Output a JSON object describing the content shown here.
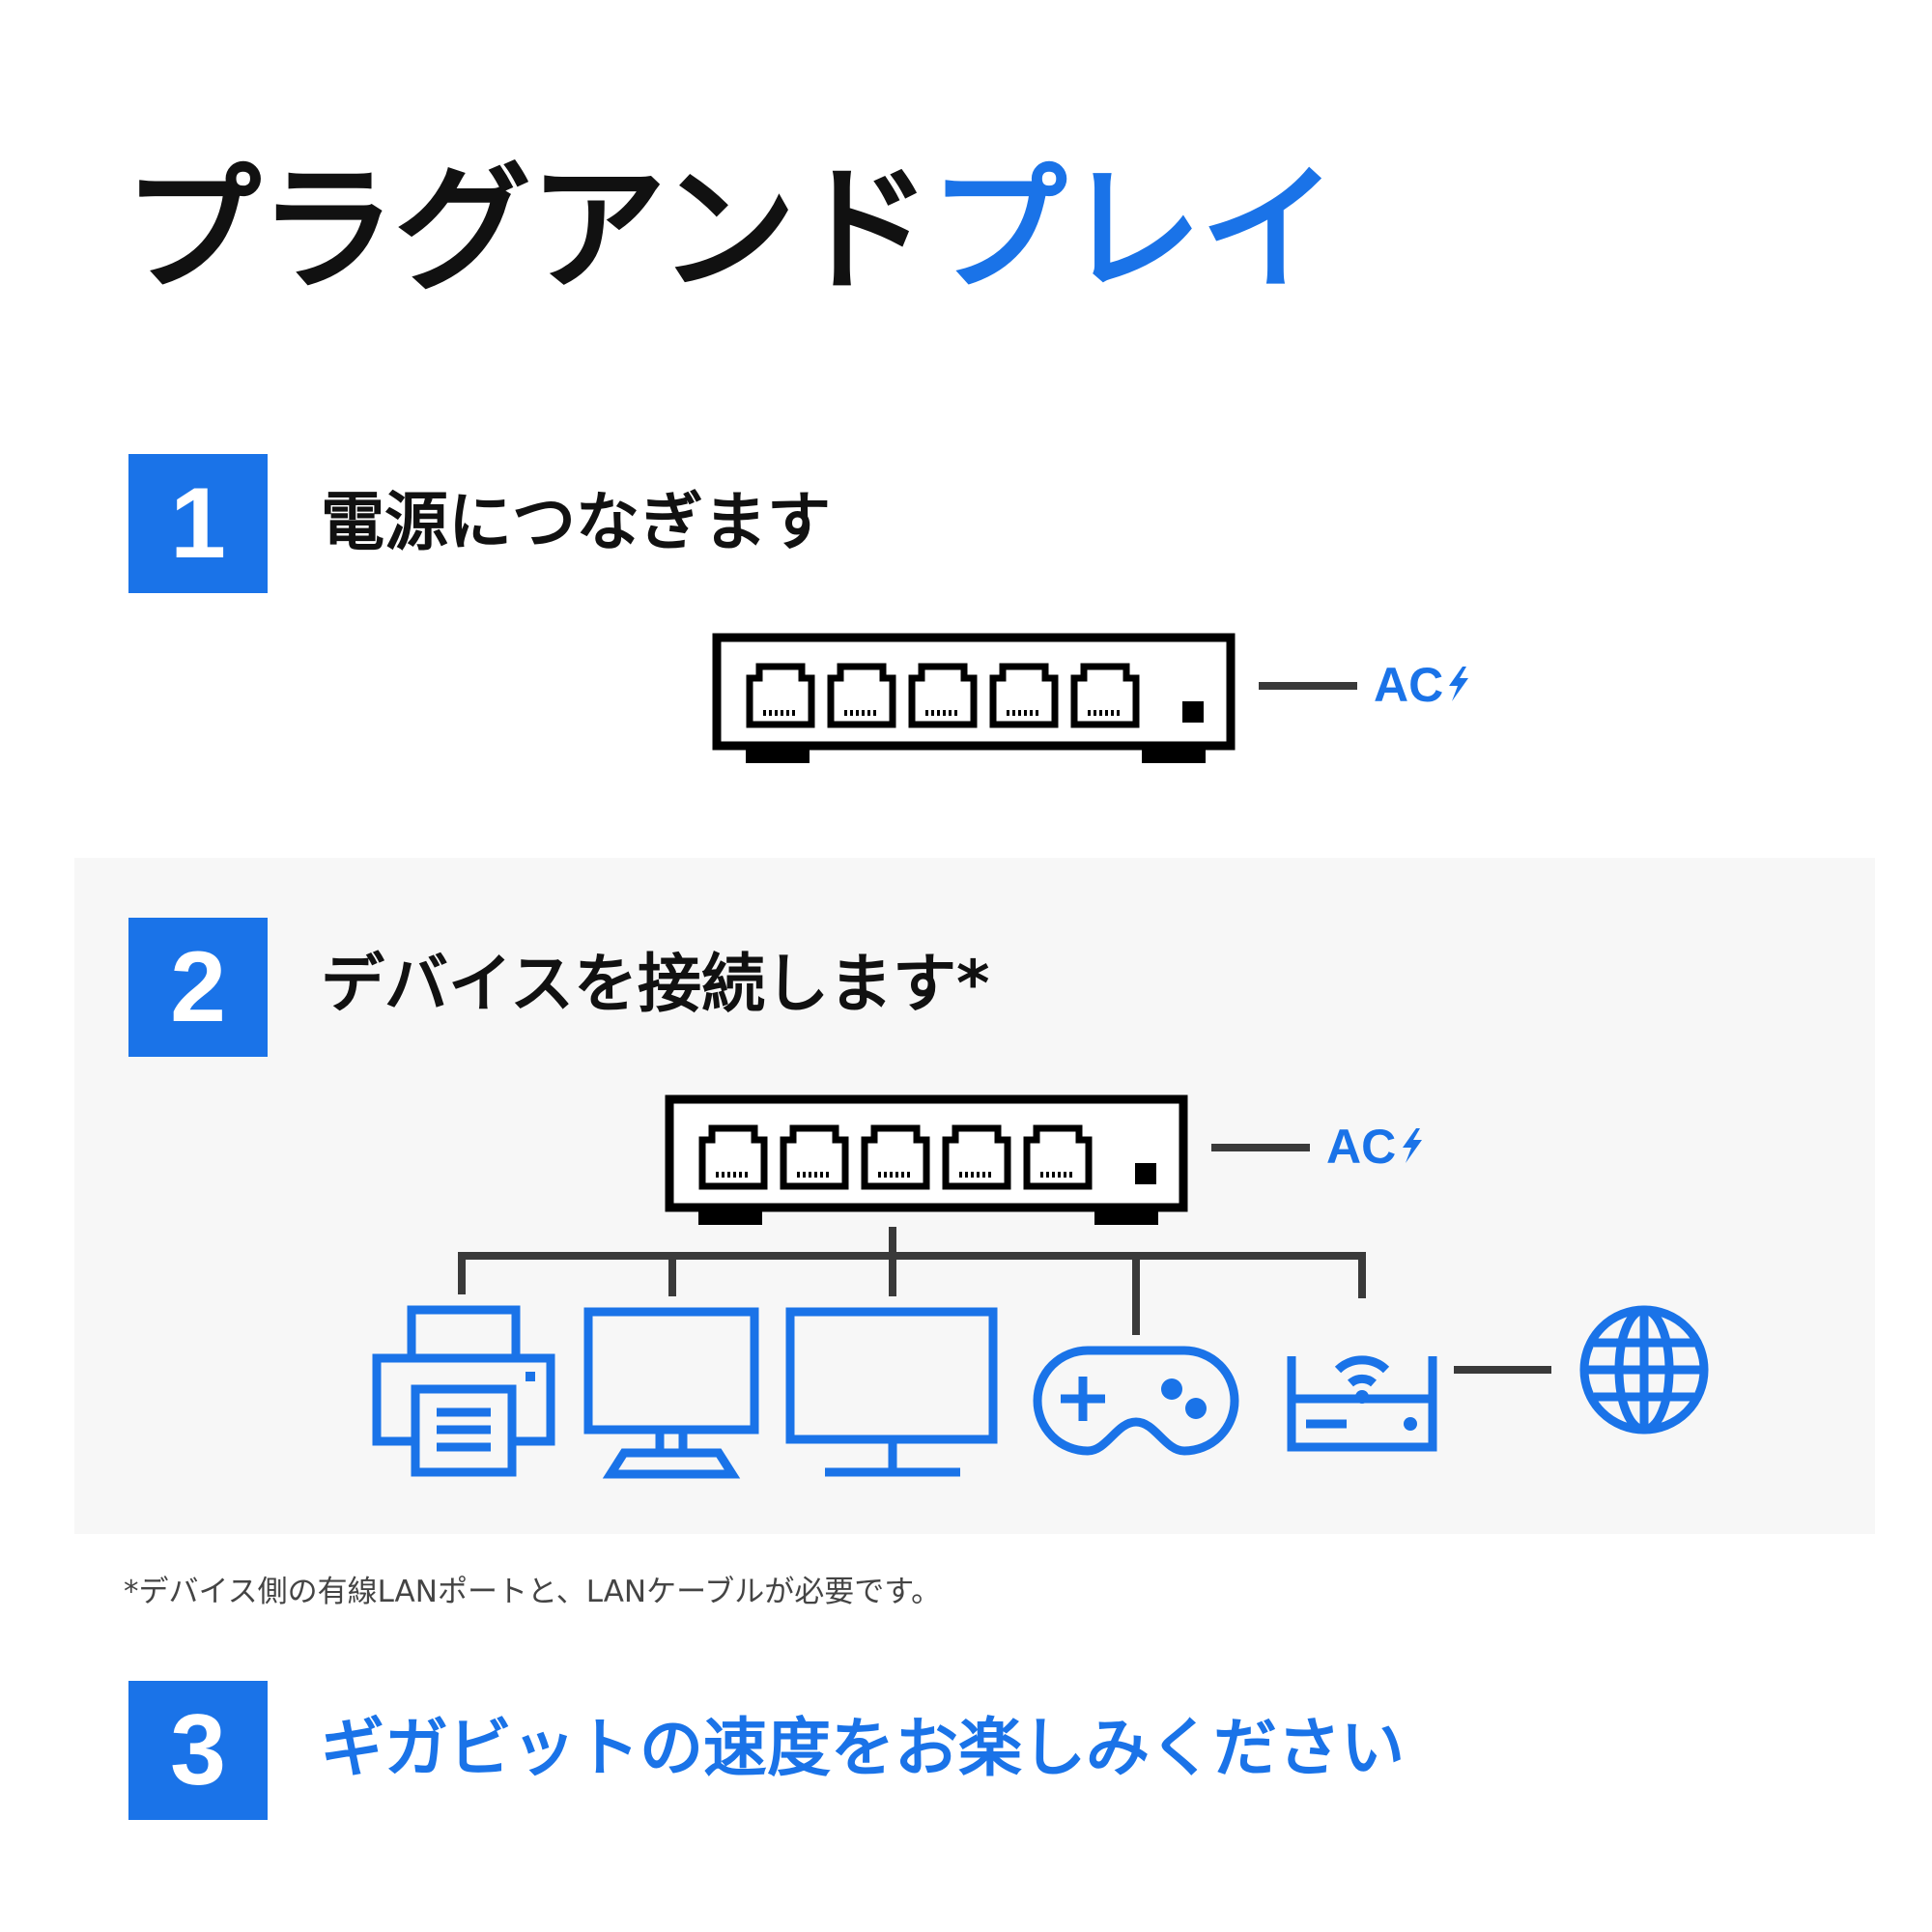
{
  "title": {
    "main": "プラグアンド",
    "accent": "プレイ"
  },
  "steps": [
    {
      "number": "1",
      "label": "電源につなぎます"
    },
    {
      "number": "2",
      "label": "デバイスを接続します*"
    },
    {
      "number": "3",
      "label": "ギガビットの速度をお楽しみください"
    }
  ],
  "power_label": "AC",
  "footnote": "*デバイス側の有線LANポートと、LANケーブルが必要です。",
  "colors": {
    "accent": "#1a73e8",
    "text": "#111111",
    "panel": "#f7f7f7",
    "line": "#3a3a3a"
  },
  "icons": [
    "ethernet-switch-icon",
    "lightning-icon",
    "printer-icon",
    "desktop-monitor-icon",
    "tv-monitor-icon",
    "game-controller-icon",
    "wifi-router-icon",
    "globe-icon"
  ]
}
